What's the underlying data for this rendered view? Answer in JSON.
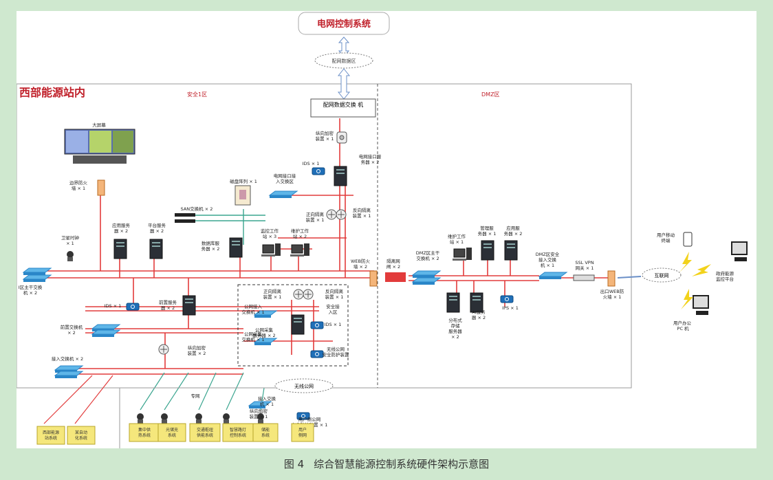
{
  "title": "电网控制系统",
  "cloud_top": "配网数据区",
  "station_title": "西部能源站内",
  "zone_safe": "安全1区",
  "zone_dmz": "DMZ区",
  "caption": {
    "figure": "图 4",
    "text": "综合智慧能源控制系统硬件架构示意图"
  },
  "colors": {
    "red": "#e23b3b",
    "teal": "#3aa58f",
    "blue": "#2a86c8",
    "yellow": "#f5e77c",
    "title_red": "#c0202a"
  },
  "labels": {
    "big_screen": "大屏幕",
    "border_fw": "边界防火\n墙 × 1",
    "sat_clock": "卫星时钟\n× 1",
    "switch_main1": "I区主干交换\n机 × 2",
    "app_server": "应用服务\n器 × 2",
    "platform_server": "平台服务\n器 × 2",
    "san_switch": "SAN交换机 × 2",
    "disk_array": "磁盘阵列 × 1",
    "db_server": "数据库服\n务器 × 2",
    "monitor_ws": "监控工作\n站 × 3",
    "maint_ws": "维护工作\n站 × 2",
    "dist_switch": "配网数据交换\n机",
    "enc_dev_top": "纵向加密\n装置 × 1",
    "ids_top": "IDS × 1",
    "grid_if_server": "电网接口服\n务器 × 2",
    "grid_if_switch": "电网接口接\n入交换区",
    "fwd_isolation": "正向隔离\n装置 × 1",
    "rev_isolation": "反向隔离\n装置 × 1",
    "ids_left": "IDS × 1",
    "front_server": "前置服务\n器 × 2",
    "front_switch": "前置交换机\n× 2",
    "access_switch": "接入交换机 × 2",
    "enc_dev_mid": "纵向加密\n装置 × 2",
    "dash_fwd": "正向隔离\n装置 × 1",
    "dash_rev": "反向隔离\n装置 × 1",
    "public_net_sw": "公网接入\n交换机 × 1",
    "safe_access_zone": "安全接\n入区",
    "public_collect_sw": "公网采集\n交换机 × 1",
    "ids_dash": "IDS × 1",
    "public_secure_dev": "无线公网\n安全防护装置",
    "public_collect_server": "公网采集\n服务器 × 2",
    "web_fw": "WEB防火\n墙 × 2",
    "isolation_gate": "隔离网\n闸 × 2",
    "dmz_main_switch": "DMZ区主干\n交换机 × 2",
    "maint_ws_dmz": "维护工作\n站 × 1",
    "mgmt_server": "管理服\n务器 × 1",
    "app_server_dmz": "应用服\n务器 × 2",
    "dmz_access_switch": "DMZ区安全\n接入交换\n机 × 1",
    "ssl_vpn": "SSL VPN\n网关 × 1",
    "exit_fw": "出口WEB防\n火墙 × 1",
    "dist_storage": "分布式\n存储\n服务器\n× 2",
    "ai_server": "AI服务\n器 × 2",
    "ips": "IPS × 1",
    "internet": "互联网",
    "user_mobile": "用户移动\n终端",
    "gov_platform": "政府能源\n监控平台",
    "user_pc": "用户办公\n PC 机",
    "wireless_cloud": "无线公网",
    "private_net": "专网",
    "access_switch_bottom": "接入交换\n机 × 1",
    "user_secure_dev": "用户侧公网\n安全防护装置 × 1",
    "enc_terminal": "纵向加密\n装置 × 1"
  },
  "bottom_boxes": [
    "西部能源站系统",
    "某自动化系统",
    "集中供热系统",
    "光储充系统",
    "交通枢纽供能系统",
    "智慧路灯控制系统",
    "储能系统",
    "用户侧网"
  ]
}
